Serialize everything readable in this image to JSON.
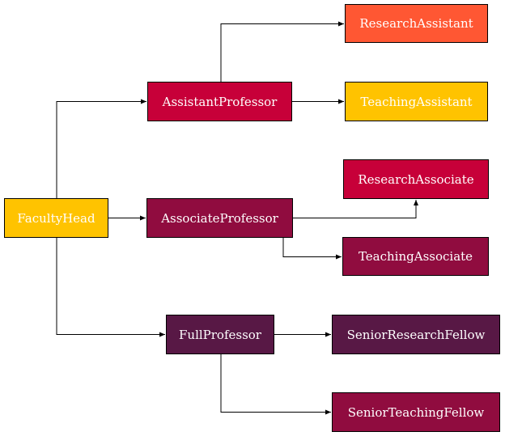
{
  "nodes": {
    "faculty_head": {
      "label": "FacultyHead",
      "fill": "#FFC300",
      "text_color": "#ffffff"
    },
    "assistant_professor": {
      "label": "AssistantProfessor",
      "fill": "#C70039",
      "text_color": "#ffffff"
    },
    "associate_professor": {
      "label": "AssociateProfessor",
      "fill": "#900C3F",
      "text_color": "#ffffff"
    },
    "full_professor": {
      "label": "FullProfessor",
      "fill": "#581845",
      "text_color": "#ffffff"
    },
    "research_assistant": {
      "label": "ResearchAssistant",
      "fill": "#FF5733",
      "text_color": "#ffffff"
    },
    "teaching_assistant": {
      "label": "TeachingAssistant",
      "fill": "#FFC300",
      "text_color": "#ffffff"
    },
    "research_associate": {
      "label": "ResearchAssociate",
      "fill": "#C70039",
      "text_color": "#ffffff"
    },
    "teaching_associate": {
      "label": "TeachingAssociate",
      "fill": "#900C3F",
      "text_color": "#ffffff"
    },
    "senior_research_fellow": {
      "label": "SeniorResearchFellow",
      "fill": "#581845",
      "text_color": "#ffffff"
    },
    "senior_teaching_fellow": {
      "label": "SeniorTeachingFellow",
      "fill": "#900C3F",
      "text_color": "#ffffff"
    }
  },
  "edges": [
    {
      "from": "faculty_head",
      "to": "assistant_professor"
    },
    {
      "from": "faculty_head",
      "to": "associate_professor"
    },
    {
      "from": "faculty_head",
      "to": "full_professor"
    },
    {
      "from": "assistant_professor",
      "to": "research_assistant"
    },
    {
      "from": "assistant_professor",
      "to": "teaching_assistant"
    },
    {
      "from": "associate_professor",
      "to": "research_associate"
    },
    {
      "from": "associate_professor",
      "to": "teaching_associate"
    },
    {
      "from": "full_professor",
      "to": "senior_research_fellow"
    },
    {
      "from": "full_professor",
      "to": "senior_teaching_fellow"
    }
  ],
  "edge_color": "#000000"
}
